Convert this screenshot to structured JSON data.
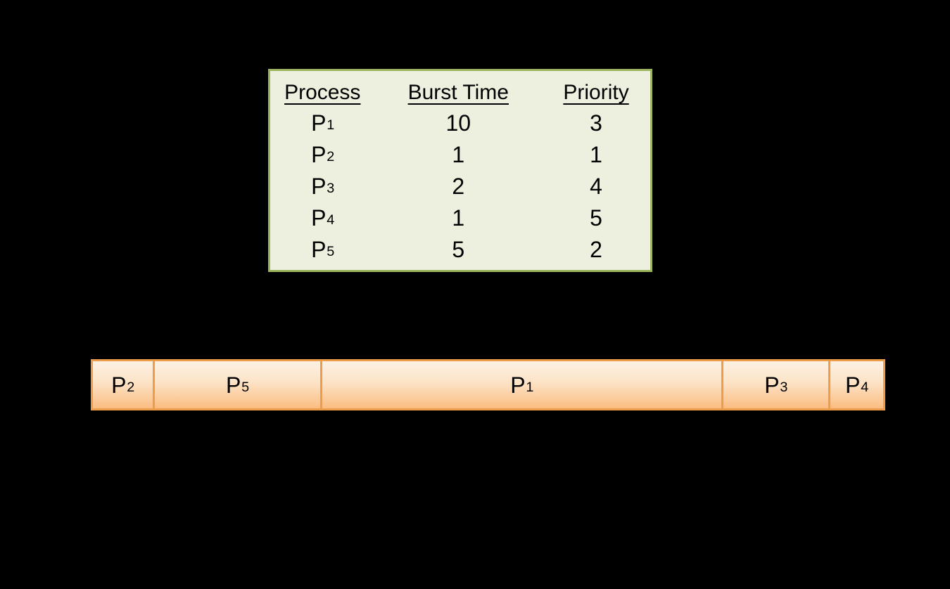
{
  "page": {
    "background_color": "#000000"
  },
  "process_table": {
    "col_headers": [
      "Process",
      "Burst Time",
      "Priority"
    ],
    "rows": [
      {
        "process_base": "P",
        "process_sub": "1",
        "burst_time": "10",
        "priority": "3"
      },
      {
        "process_base": "P",
        "process_sub": "2",
        "burst_time": "1",
        "priority": "1"
      },
      {
        "process_base": "P",
        "process_sub": "3",
        "burst_time": "2",
        "priority": "4"
      },
      {
        "process_base": "P",
        "process_sub": "4",
        "burst_time": "1",
        "priority": "5"
      },
      {
        "process_base": "P",
        "process_sub": "5",
        "burst_time": "5",
        "priority": "2"
      }
    ],
    "colors": {
      "fill": "#edf0de",
      "border": "#9cb45e",
      "text": "#000000"
    }
  },
  "gantt_chart": {
    "cells": [
      {
        "base": "P",
        "sub": "2",
        "width_pct": 7.8
      },
      {
        "base": "P",
        "sub": "5",
        "width_pct": 21.2
      },
      {
        "base": "P",
        "sub": "1",
        "width_pct": 50.8
      },
      {
        "base": "P",
        "sub": "3",
        "width_pct": 13.5
      },
      {
        "base": "P",
        "sub": "4",
        "width_pct": 6.7
      }
    ],
    "colors": {
      "fill_top": "#fdf1e4",
      "fill_bottom": "#fbbd82",
      "border": "#ed9c49",
      "text": "#000000"
    }
  }
}
